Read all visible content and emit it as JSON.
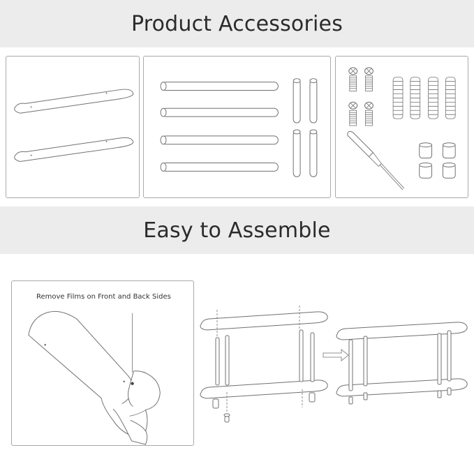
{
  "sections": {
    "accessories_title": "Product Accessories",
    "assemble_title": "Easy to Assemble"
  },
  "film_note": "Remove Films on Front and Back Sides",
  "icons": {
    "boards": "board-panel-icon",
    "tubes": "tube-legs-icon",
    "screws": "screw-icon",
    "washers": "washer-stack-icon",
    "screwdriver": "screwdriver-icon",
    "feet": "foot-cap-icon",
    "arrow": "arrow-right-icon"
  }
}
